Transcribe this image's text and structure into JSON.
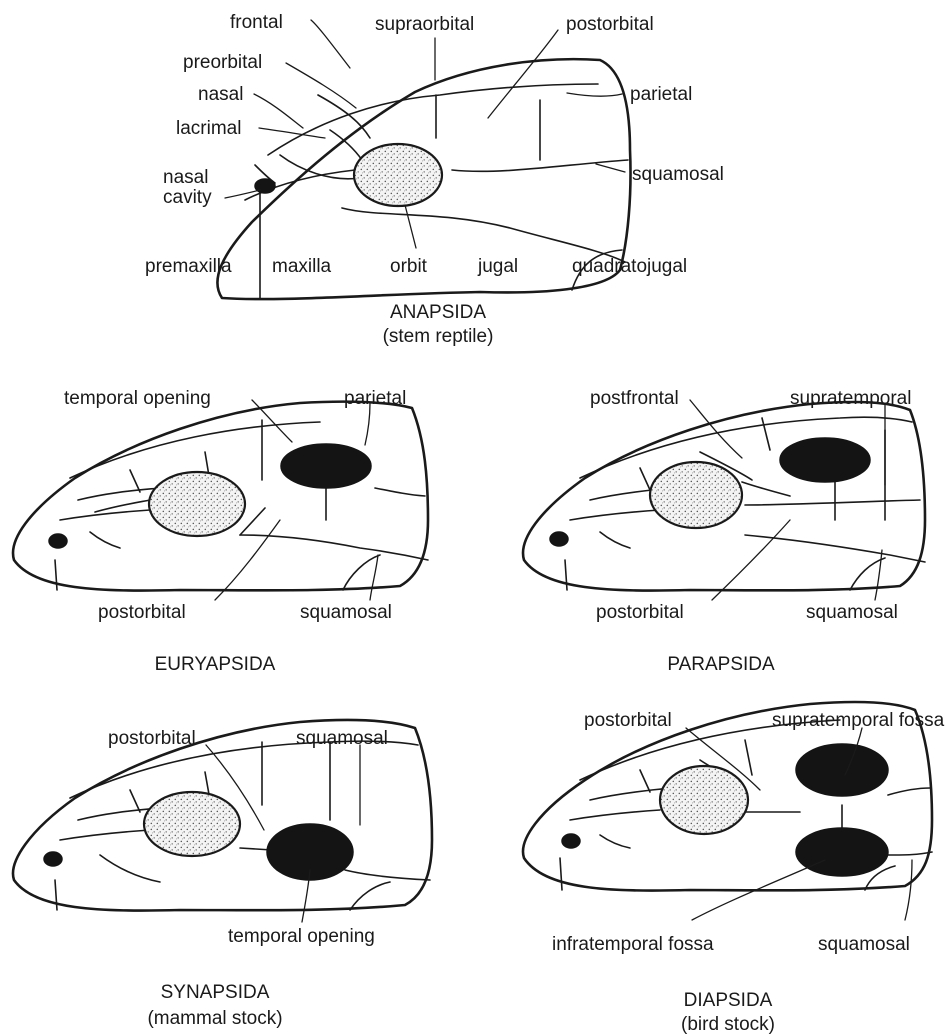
{
  "anapsida": {
    "title": "ANAPSIDA",
    "subtitle": "(stem reptile)",
    "labels": {
      "frontal": "frontal",
      "supraorbital": "supraorbital",
      "postorbital": "postorbital",
      "preorbital": "preorbital",
      "parietal": "parietal",
      "nasal": "nasal",
      "lacrimal": "lacrimal",
      "squamosal": "squamosal",
      "nasal_cavity_1": "nasal",
      "nasal_cavity_2": "cavity",
      "premaxilla": "premaxilla",
      "maxilla": "maxilla",
      "orbit": "orbit",
      "jugal": "jugal",
      "quadratojugal": "quadratojugal"
    }
  },
  "euryapsida": {
    "title": "EURYAPSIDA",
    "labels": {
      "temporal_opening": "temporal opening",
      "parietal": "parietal",
      "postorbital": "postorbital",
      "squamosal": "squamosal"
    }
  },
  "parapsida": {
    "title": "PARAPSIDA",
    "labels": {
      "postfrontal": "postfrontal",
      "supratemporal": "supratemporal",
      "postorbital": "postorbital",
      "squamosal": "squamosal"
    }
  },
  "synapsida": {
    "title": "SYNAPSIDA",
    "subtitle": "(mammal stock)",
    "labels": {
      "postorbital": "postorbital",
      "squamosal": "squamosal",
      "temporal_opening": "temporal opening"
    }
  },
  "diapsida": {
    "title": "DIAPSIDA",
    "subtitle": "(bird stock)",
    "labels": {
      "postorbital": "postorbital",
      "supratemporal_fossa": "supratemporal fossa",
      "infratemporal_fossa": "infratemporal fossa",
      "squamosal": "squamosal"
    }
  }
}
